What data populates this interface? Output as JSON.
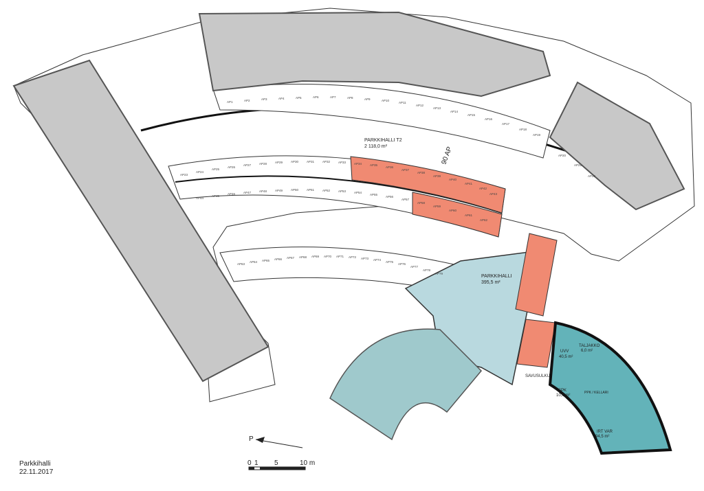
{
  "colors": {
    "building_gray": "#c8c8c8",
    "building_stroke": "#555555",
    "highlight_salmon": "#f08a72",
    "hall_lightblue": "#b9d9df",
    "shelter_teal": "#63b3b9",
    "shelter_dark": "#1d6d72",
    "wall_black": "#111111"
  },
  "spaces": {
    "parkkihalli_t2_name": "PARKKIHALLI T2",
    "parkkihalli_t2_area": "2 118,0 m²",
    "ap_count": "90 AP",
    "parkkihalli_name": "PARKKIHALLI",
    "parkkihalli_area": "395,5 m²",
    "uvv_name": "UVV",
    "uvv_area": "40,5 m²",
    "taljakko_name": "TALJAKKO",
    "taljakko_area": "6,0 m²",
    "savusulku": "SAVUSULKU",
    "spk_name": "SPK",
    "spk_area": "10,0 m²",
    "ppk_kellari": "PPK / KELLARI",
    "irt_var_name": "IRT VAR",
    "irt_var_area": "94,5 m²"
  },
  "north_arrow": {
    "label": "P",
    "icon": "north-arrow-icon"
  },
  "scale_bar": {
    "labels": [
      "0",
      "1",
      "5",
      "10 m"
    ]
  },
  "drawing": {
    "title": "Parkkihalli",
    "date": "22.11.2017"
  },
  "stalls": {
    "outer_row": [
      "AP1",
      "AP2",
      "AP3",
      "AP4",
      "AP5",
      "AP6",
      "AP7",
      "AP8",
      "AP9",
      "AP10",
      "AP11",
      "AP12",
      "AP13",
      "AP14",
      "AP15",
      "AP16",
      "AP17",
      "AP18",
      "AP19"
    ],
    "right_row": [
      "AP20",
      "AP21",
      "AP22"
    ],
    "inner_top_row": [
      "AP23",
      "AP24",
      "AP25",
      "AP26",
      "AP27",
      "AP28",
      "AP29",
      "AP30",
      "AP31",
      "AP32",
      "AP33",
      "AP34",
      "AP35",
      "AP36",
      "AP37",
      "AP38",
      "AP39",
      "AP40",
      "AP41",
      "AP42",
      "AP43"
    ],
    "inner_bottom_row": [
      "AP44",
      "AP45",
      "AP46",
      "AP47",
      "AP48",
      "AP49",
      "AP50",
      "AP51",
      "AP52",
      "AP53",
      "AP54",
      "AP55",
      "AP56",
      "AP57",
      "AP58",
      "AP59",
      "AP60",
      "AP61",
      "AP62"
    ],
    "lower_row": [
      "AP63",
      "AP64",
      "AP65",
      "AP66",
      "AP67",
      "AP68",
      "AP69",
      "AP70",
      "AP71",
      "AP72",
      "AP73",
      "AP74",
      "AP75",
      "AP76",
      "AP77",
      "AP78",
      "AP79"
    ]
  }
}
